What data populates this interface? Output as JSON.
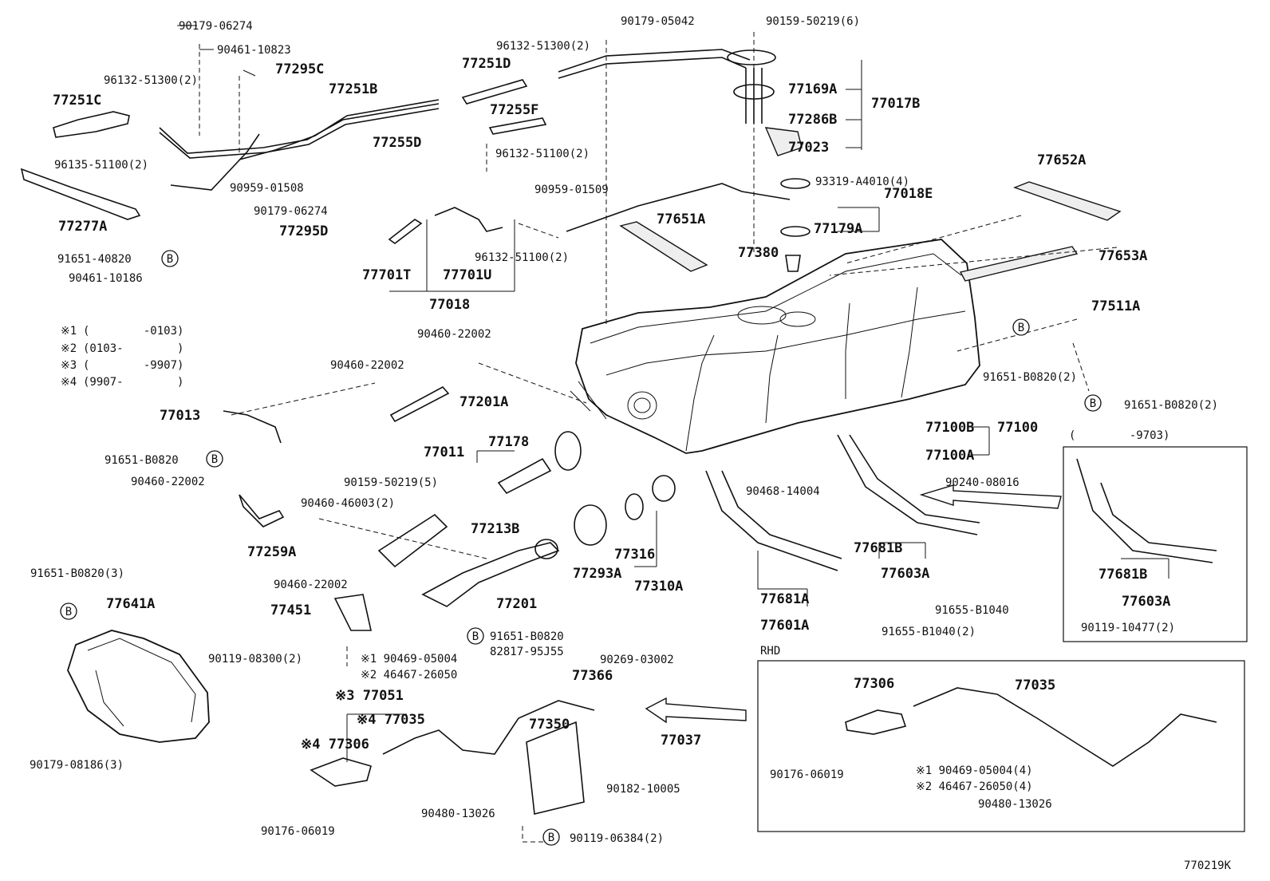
{
  "diagram_id": "770219K",
  "notes": [
    {
      "key": "※1",
      "range": "(        -0103)"
    },
    {
      "key": "※2",
      "range": "(0103-        )"
    },
    {
      "key": "※3",
      "range": "(        -9907)"
    },
    {
      "key": "※4",
      "range": "(9907-        )"
    }
  ],
  "inset_right_caption": "(        -9703)",
  "rhd_label": "RHD",
  "circle_b": "B",
  "labels": {
    "l1": "90179-06274",
    "l2": "90461-10823",
    "l3": "77295C",
    "l4": "96132-51300(2)",
    "l5": "77251C",
    "l6": "77251B",
    "l7": "77255D",
    "l8": "96135-51100(2)",
    "l9": "77277A",
    "l10": "90959-01508",
    "l11": "90179-06274",
    "l12": "77295D",
    "l13": "91651-40820",
    "l14": "90461-10186",
    "l15": "77701T",
    "l16": "77701U",
    "l17": "77018",
    "l18": "96132-51100(2)",
    "l19": "90179-05042",
    "l20": "90159-50219(6)",
    "l21": "96132-51300(2)",
    "l22": "77251D",
    "l23": "77255F",
    "l24": "96132-51100(2)",
    "l25": "90959-01509",
    "l26": "77169A",
    "l27": "77017B",
    "l28": "77286B",
    "l29": "77023",
    "l30": "93319-A4010(4)",
    "l31": "77652A",
    "l32": "77018E",
    "l33": "77651A",
    "l34": "77179A",
    "l35": "77380",
    "l36": "77653A",
    "l37": "77511A",
    "l38": "91651-B0820(2)",
    "l39": "91651-B0820(2)",
    "l40": "90460-22002",
    "l41": "90460-22002",
    "l42": "77201A",
    "l43": "77013",
    "l44": "91651-B0820",
    "l45": "90460-22002",
    "l46": "77011",
    "l47": "77178",
    "l48": "90159-50219(5)",
    "l49": "90460-46003(2)",
    "l50": "77213B",
    "l51": "77259A",
    "l52": "90460-22002",
    "l53": "77293A",
    "l54": "77316",
    "l55": "77310A",
    "l56": "77201",
    "l57": "77100B",
    "l58": "77100",
    "l59": "77100A",
    "l60": "90468-14004",
    "l61": "90240-08016",
    "l62": "77681B",
    "l63": "77603A",
    "l64": "91655-B1040",
    "l65": "77681A",
    "l66": "77601A",
    "l67": "91655-B1040(2)",
    "l68": "77681B",
    "l69": "77603A",
    "l70": "90119-10477(2)",
    "l71": "91651-B0820(3)",
    "l72": "77641A",
    "l73": "90179-08186(3)",
    "l74": "77451",
    "l75": "90119-08300(2)",
    "l76": "※1 90469-05004",
    "l77": "※2 46467-26050",
    "l78": "※3 77051",
    "l79": "※4 77035",
    "l80": "※4 77306",
    "l81": "90176-06019",
    "l82": "90480-13026",
    "l83": "91651-B0820",
    "l84": "82817-95J55",
    "l85": "77366",
    "l86": "90269-03002",
    "l87": "77350",
    "l88": "77037",
    "l89": "90182-10005",
    "l90": "90119-06384(2)",
    "l91": "77306",
    "l92": "77035",
    "l93": "90176-06019",
    "l94": "※1 90469-05004(4)",
    "l95": "※2 46467-26050(4)",
    "l96": "90480-13026"
  }
}
